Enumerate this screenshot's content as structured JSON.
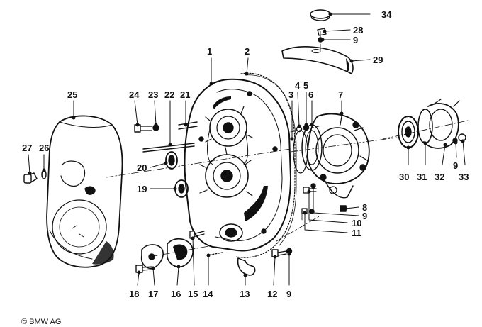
{
  "copyright": "© BMW AG",
  "callouts": [
    {
      "id": "c1",
      "label": "1"
    },
    {
      "id": "c2",
      "label": "2"
    },
    {
      "id": "c3",
      "label": "3"
    },
    {
      "id": "c4",
      "label": "4"
    },
    {
      "id": "c5",
      "label": "5"
    },
    {
      "id": "c6",
      "label": "6"
    },
    {
      "id": "c7",
      "label": "7"
    },
    {
      "id": "c8",
      "label": "8"
    },
    {
      "id": "c9a",
      "label": "9"
    },
    {
      "id": "c9b",
      "label": "9"
    },
    {
      "id": "c9c",
      "label": "9"
    },
    {
      "id": "c9d",
      "label": "9"
    },
    {
      "id": "c10",
      "label": "10"
    },
    {
      "id": "c11",
      "label": "11"
    },
    {
      "id": "c12",
      "label": "12"
    },
    {
      "id": "c13",
      "label": "13"
    },
    {
      "id": "c14",
      "label": "14"
    },
    {
      "id": "c15",
      "label": "15"
    },
    {
      "id": "c16",
      "label": "16"
    },
    {
      "id": "c17",
      "label": "17"
    },
    {
      "id": "c18",
      "label": "18"
    },
    {
      "id": "c19",
      "label": "19"
    },
    {
      "id": "c20",
      "label": "20"
    },
    {
      "id": "c21",
      "label": "21"
    },
    {
      "id": "c22",
      "label": "22"
    },
    {
      "id": "c23",
      "label": "23"
    },
    {
      "id": "c24",
      "label": "24"
    },
    {
      "id": "c25",
      "label": "25"
    },
    {
      "id": "c26",
      "label": "26"
    },
    {
      "id": "c27",
      "label": "27"
    },
    {
      "id": "c28",
      "label": "28"
    },
    {
      "id": "c29",
      "label": "29"
    },
    {
      "id": "c30",
      "label": "30"
    },
    {
      "id": "c31",
      "label": "31"
    },
    {
      "id": "c32",
      "label": "32"
    },
    {
      "id": "c33",
      "label": "33"
    },
    {
      "id": "c34",
      "label": "34"
    }
  ]
}
